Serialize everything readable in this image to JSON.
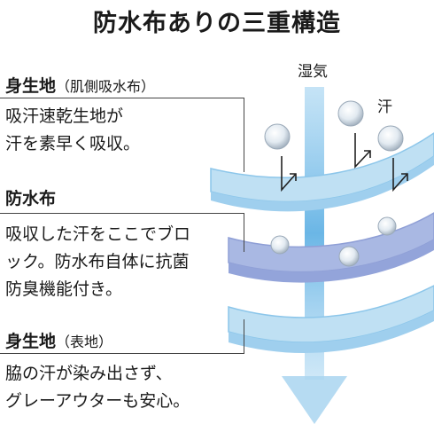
{
  "title": "防水布ありの三重構造",
  "sections": [
    {
      "heading": "身生地",
      "sub": "（肌側吸水布）",
      "lines": [
        "吸汗速乾生地が",
        "汗を素早く吸収。"
      ]
    },
    {
      "heading": "防水布",
      "sub": "",
      "lines": [
        "吸収した汗をここでブロ",
        "ック。防水布自体に抗菌",
        "防臭機能付き。"
      ]
    },
    {
      "heading": "身生地",
      "sub": "（表地）",
      "lines": [
        "脇の汗が染み出さず、",
        "グレーアウターも安心。"
      ]
    }
  ],
  "labels": {
    "vapor": "湿気",
    "sweat": "汗"
  },
  "colors": {
    "light_layer": "#bfe0f3",
    "light_edge": "#8cc6ea",
    "mid_layer": "#a9b8e3",
    "mid_edge": "#8f9fd6",
    "vapor_arrow": "#6fb6e6",
    "sweat_arrow": "#222222"
  }
}
